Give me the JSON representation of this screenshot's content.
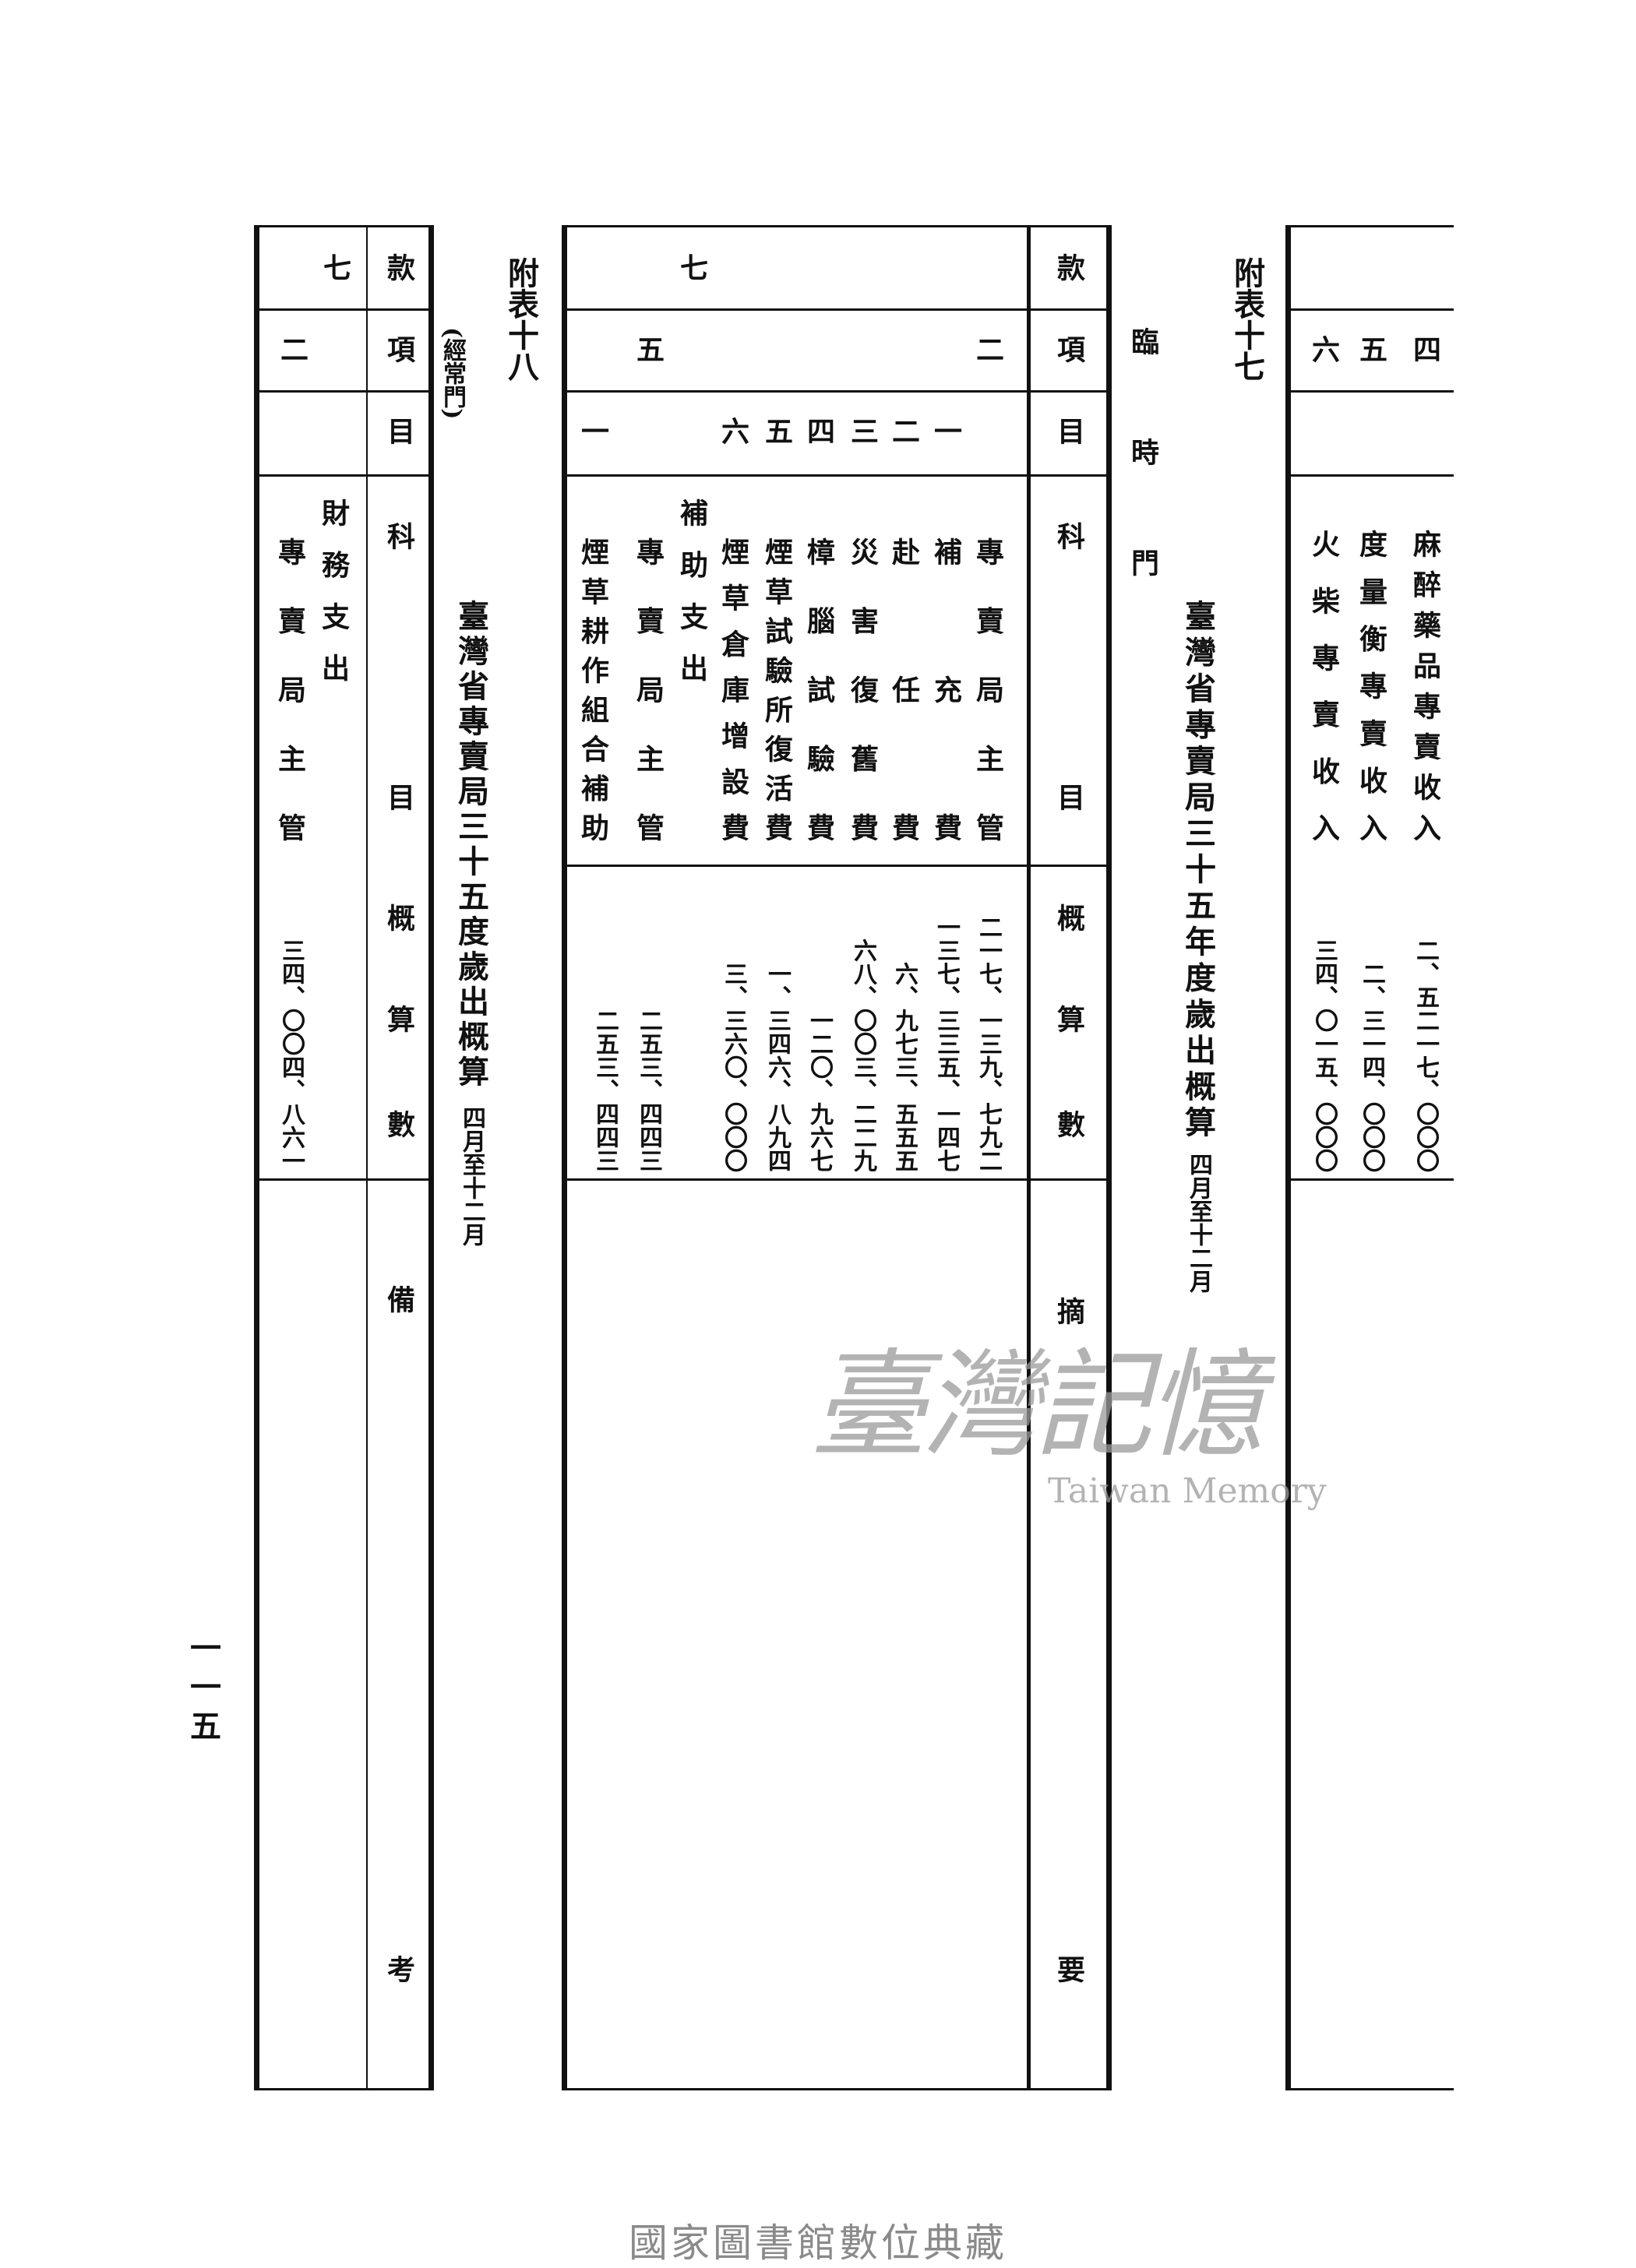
{
  "table18": {
    "label": "附表十八",
    "section": "(經常門)",
    "title": "臺灣省專賣局三十五度歲出概算",
    "period": "四月至十二月",
    "headers": {
      "kuan": "款",
      "xiang": "項",
      "mu": "目",
      "ke": "科",
      "ke_mu": "目",
      "gai": "概",
      "suan": "算",
      "shu": "數",
      "bei": "備",
      "kao": "考"
    },
    "kuan": "七",
    "xiang": "二",
    "ke_kuan": "財務支出",
    "ke_xiang": "專賣局主管",
    "amount": "三四、〇〇四、八六一"
  },
  "table17": {
    "label": "附表十七",
    "section": "臨時門",
    "title": "臺灣省專賣局三十五年度歲出概算",
    "period": "四月至十二月",
    "headers": {
      "kuan": "款",
      "xiang": "項",
      "mu": "目",
      "ke": "科",
      "ke_mu": "目",
      "gai": "概",
      "suan": "算",
      "shu": "數",
      "zhai": "摘",
      "yao": "要"
    },
    "kuan": "七",
    "rows": [
      {
        "xiang": "二",
        "mu": "",
        "name": "專賣局主管",
        "amount": "二一七、一三九、七九二"
      },
      {
        "xiang": "",
        "mu": "一",
        "name": "補充費",
        "amount": "一三七、三三五、一四七"
      },
      {
        "xiang": "",
        "mu": "二",
        "name": "赴任費",
        "amount": "六、九七三、五五五"
      },
      {
        "xiang": "",
        "mu": "三",
        "name": "災害復舊費",
        "amount": "六八、〇〇三、二二九"
      },
      {
        "xiang": "",
        "mu": "四",
        "name": "樟腦試驗費",
        "amount": "一二〇、九六七"
      },
      {
        "xiang": "",
        "mu": "五",
        "name": "煙草試驗所復活費",
        "amount": "一、三四六、八九四"
      },
      {
        "xiang": "",
        "mu": "六",
        "name": "煙草倉庫增設費",
        "amount": "三、三六〇、〇〇〇"
      },
      {
        "xiang": "",
        "mu": "",
        "name": "補助支出",
        "amount": ""
      },
      {
        "xiang": "五",
        "mu": "",
        "name": "專賣局主管",
        "amount": "二五三、四四三"
      },
      {
        "xiang": "",
        "mu": "一",
        "name": "煙草耕作組合補助",
        "amount": "二五三、四四三"
      }
    ]
  },
  "table_prev": {
    "rows": [
      {
        "mu": "四",
        "name": "麻醉藥品專賣收入",
        "amount": "二、五二一七、〇〇〇"
      },
      {
        "mu": "五",
        "name": "度量衡專賣收入",
        "amount": "二、三一四、〇〇〇"
      },
      {
        "mu": "六",
        "name": "火柴專賣收入",
        "amount": "三四、〇一五、〇〇〇"
      }
    ]
  },
  "page_number": "一一五",
  "watermark": {
    "chinese": "臺灣記憶",
    "english": "Taiwan Memory"
  },
  "footer": "國家圖書館數位典藏"
}
